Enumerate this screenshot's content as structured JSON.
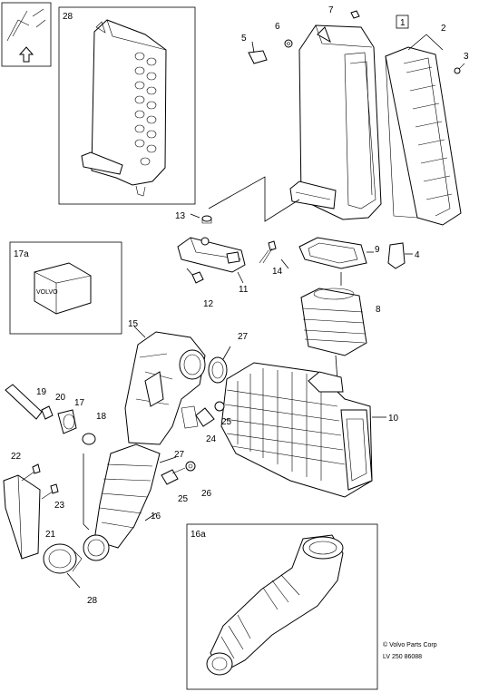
{
  "diagram": {
    "callouts": {
      "c1": "1",
      "c2": "2",
      "c3": "3",
      "c4": "4",
      "c5": "5",
      "c6": "6",
      "c7": "7",
      "c8": "8",
      "c9": "9",
      "c10": "10",
      "c11": "11",
      "c12": "12",
      "c13": "13",
      "c14": "14",
      "c15": "15",
      "c16": "16",
      "c17": "17",
      "c18": "18",
      "c19": "19",
      "c20": "20",
      "c21": "21",
      "c22": "22",
      "c23": "23",
      "c24": "24",
      "c25a": "25",
      "c25b": "25",
      "c26": "26",
      "c27a": "27",
      "c27b": "27",
      "c28": "28"
    },
    "insets": {
      "inset28": "28",
      "inset17a": "17a",
      "inset16a": "16a"
    },
    "box_text": "VOLVO",
    "footer": {
      "copyright": "© Volvo Parts Corp",
      "code": "LV 250 86088"
    }
  }
}
